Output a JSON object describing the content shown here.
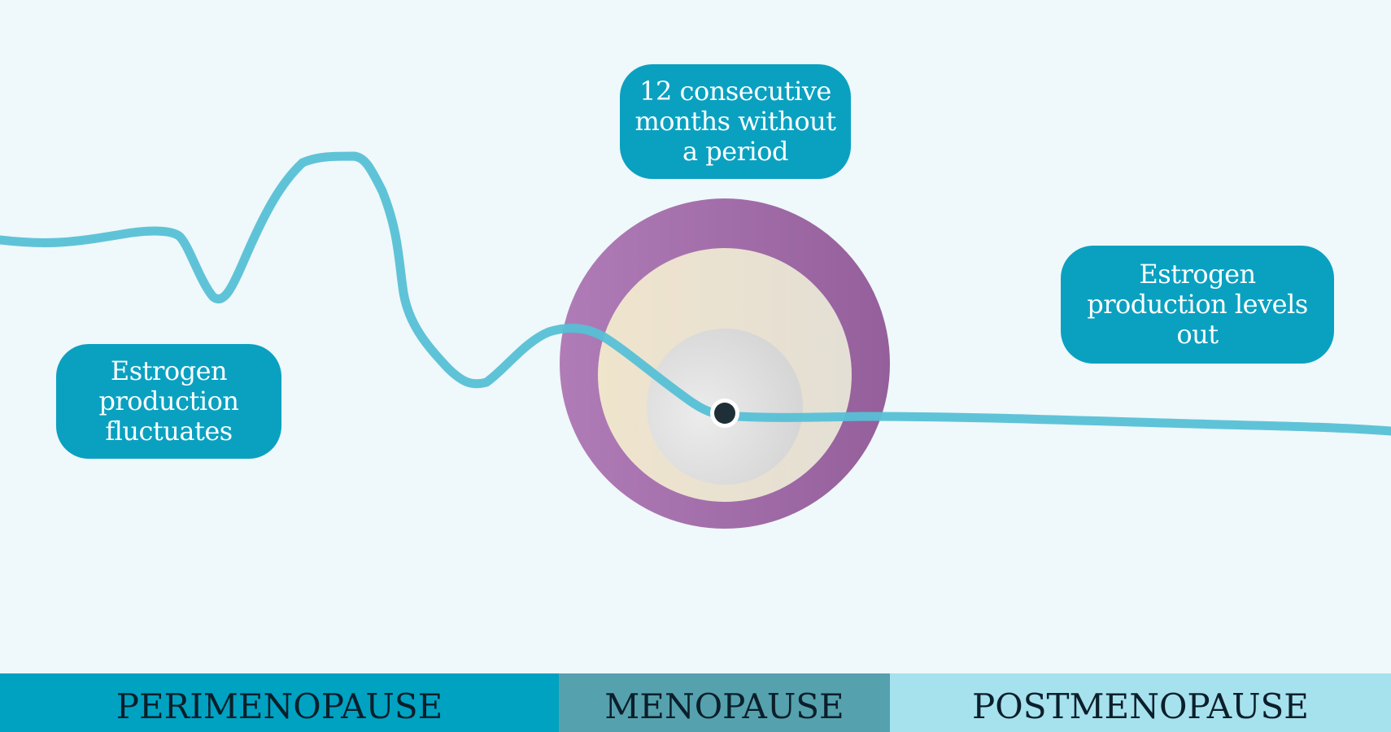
{
  "callouts": {
    "fluctuates": [
      "Estrogen",
      "production",
      "fluctuates"
    ],
    "menopause_definition": [
      "12 consecutive",
      "months without",
      "a period"
    ],
    "levels_out": [
      "Estrogen",
      "production levels",
      "out"
    ]
  },
  "phases": {
    "perimenopause": "PERIMENOPAUSE",
    "menopause": "MENOPAUSE",
    "postmenopause": "POSTMENOPAUSE"
  },
  "colors": {
    "background": "#eff8fa",
    "callout": "#0aa1c1",
    "curve": "#56c0d6",
    "outer_ring": "#a06aad",
    "middle_ring": "#ece3cf",
    "inner_circle": "#dcdcdc",
    "marker": "#1f2f38",
    "perimenopause_band": "#00a2c2",
    "menopause_band": "#56a1ae",
    "postmenopause_band": "#a6e1ee"
  }
}
